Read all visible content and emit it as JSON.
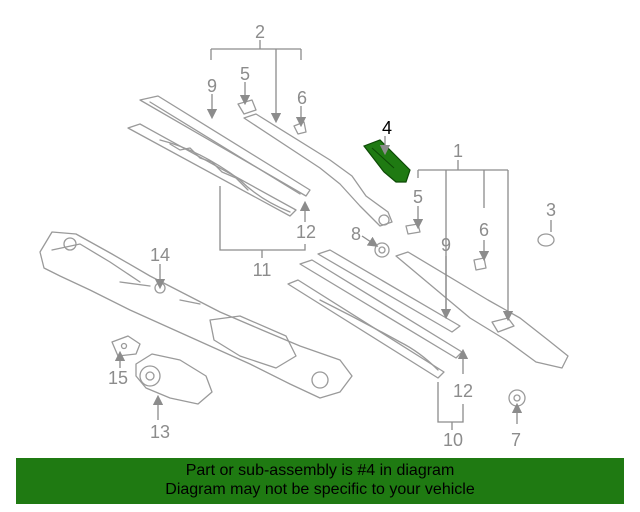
{
  "callouts": {
    "c1": "1",
    "c2": "2",
    "c3": "3",
    "c4": "4",
    "c5a": "5",
    "c5b": "5",
    "c6a": "6",
    "c6b": "6",
    "c7": "7",
    "c8": "8",
    "c9a": "9",
    "c9b": "9",
    "c10": "10",
    "c11": "11",
    "c12a": "12",
    "c12b": "12",
    "c13": "13",
    "c14": "14",
    "c15": "15"
  },
  "highlight": {
    "part": "4",
    "color": "#1f7a12"
  },
  "banner": {
    "line1": "Part or sub-assembly is #4 in diagram",
    "line2": "Diagram may not be specific to your vehicle",
    "color": "#1f7a12"
  }
}
